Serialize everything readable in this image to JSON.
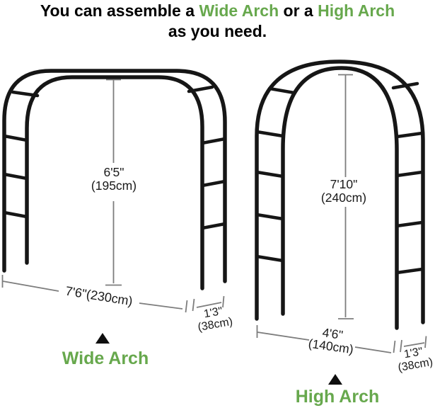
{
  "title": {
    "part1": "You can assemble a ",
    "wide_text": "Wide Arch",
    "part2": " or a ",
    "high_text": "High Arch",
    "line2": "as you need."
  },
  "wide_arch": {
    "label": "Wide Arch",
    "height_imperial": "6'5\"",
    "height_metric": "(195cm)",
    "width_label": "7'6\"(230cm)",
    "depth_imperial": "1'3\"",
    "depth_metric": "(38cm)"
  },
  "high_arch": {
    "label": "High Arch",
    "height_imperial": "7'10\"",
    "height_metric": "(240cm)",
    "width_imperial": "4'6\"",
    "width_metric": "(140cm)",
    "depth_imperial": "1'3\"",
    "depth_metric": "(38cm)"
  },
  "colors": {
    "accent_green": "#67a84d",
    "frame_black": "#161616",
    "dimension_gray": "#7d7d7d"
  }
}
